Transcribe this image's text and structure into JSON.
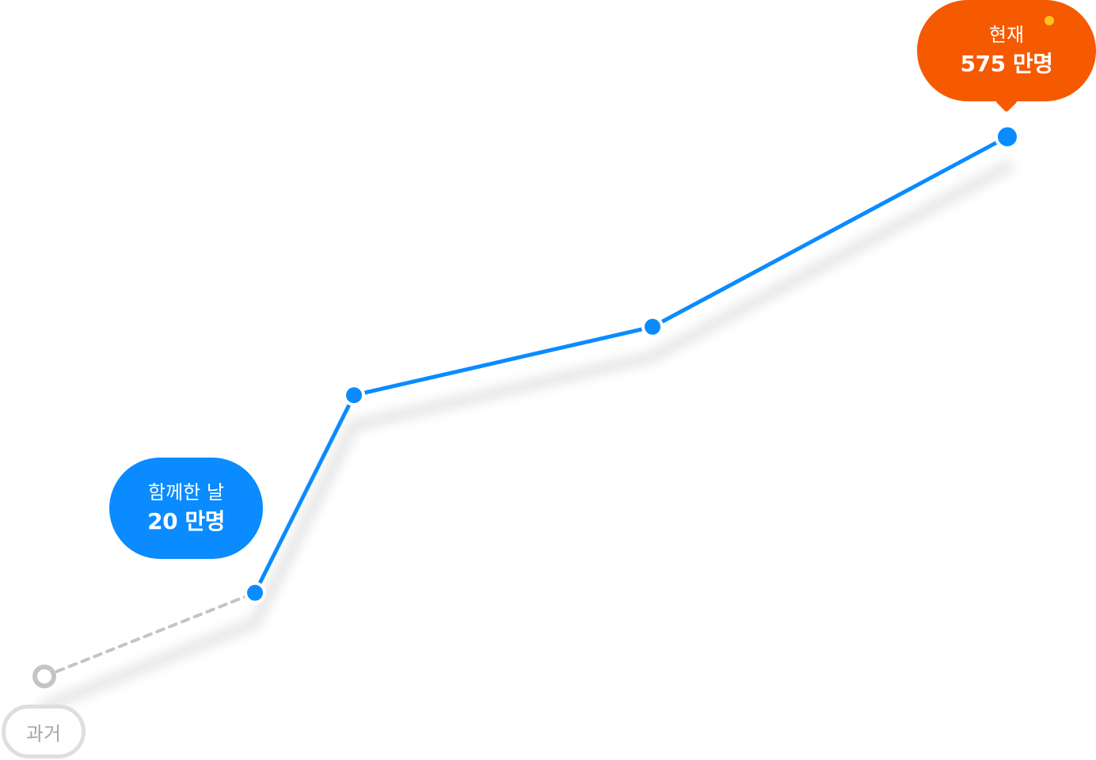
{
  "chart_data": {
    "type": "line",
    "x": [
      0,
      1,
      2,
      3,
      4
    ],
    "y_relative_height": [
      0.11,
      0.22,
      0.48,
      0.57,
      0.82
    ],
    "series": [
      {
        "points": [
          {
            "x": 0,
            "y": 0.11,
            "style": "past-hollow"
          },
          {
            "x": 1,
            "y": 0.22,
            "style": "filled"
          },
          {
            "x": 2,
            "y": 0.48,
            "style": "filled"
          },
          {
            "x": 3,
            "y": 0.57,
            "style": "filled"
          },
          {
            "x": 4,
            "y": 0.82,
            "style": "filled"
          }
        ]
      }
    ],
    "segments": {
      "past": {
        "from": 0,
        "to": 1,
        "style": "dashed"
      },
      "main": {
        "from": 1,
        "to": 4,
        "style": "solid"
      }
    },
    "grid": false,
    "legend": "none",
    "colors": {
      "line": "#0a8bff",
      "past_line": "#c4c4c4",
      "shadow": "#d4d4d4",
      "marker_fill": "#0a8bff",
      "marker_stroke": "#ffffff",
      "past_marker": "#c4c4c4"
    }
  },
  "annotations": {
    "start": {
      "label": "함께한 날",
      "value": "20 만명",
      "color": "#0a8bff"
    },
    "current": {
      "label": "현재",
      "value": "575 만명",
      "color": "#f55a00",
      "notify_dot_color": "#ffc21a"
    }
  },
  "past_tag": {
    "label": "과거"
  }
}
